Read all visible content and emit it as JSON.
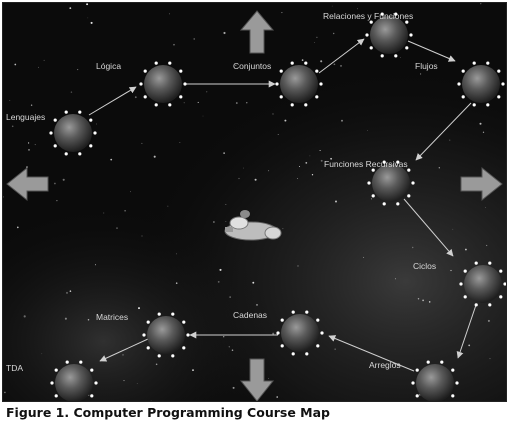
{
  "caption": "Figure 1. Computer Programming Course Map",
  "planets": [
    {
      "id": "lenguajes",
      "label": "Lenguajes"
    },
    {
      "id": "logica",
      "label": "Lógica"
    },
    {
      "id": "conjuntos",
      "label": "Conjuntos"
    },
    {
      "id": "relaciones",
      "label": "Relaciones y Funciones"
    },
    {
      "id": "flujos",
      "label": "Flujos"
    },
    {
      "id": "funciones-recursivas",
      "label": "Funciones Recursivas"
    },
    {
      "id": "ciclos",
      "label": "Ciclos"
    },
    {
      "id": "arreglos",
      "label": "Arreglos"
    },
    {
      "id": "cadenas",
      "label": "Cadenas"
    },
    {
      "id": "matrices",
      "label": "Matrices"
    },
    {
      "id": "tda",
      "label": "TDA"
    }
  ],
  "colors": {
    "space": "#0b0b0b",
    "arrow": "#9a9a9a",
    "link": "#d0d0d0",
    "ring": "#ffffff"
  },
  "icons": [
    "up-arrow-icon",
    "down-arrow-icon",
    "left-arrow-icon",
    "right-arrow-icon",
    "spaceship-icon"
  ]
}
